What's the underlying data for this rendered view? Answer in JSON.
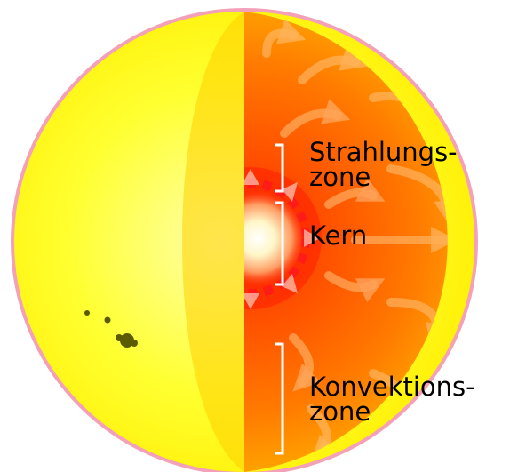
{
  "labels": {
    "radiation_zone": {
      "line1": "Strahlungs-",
      "line2": "zone"
    },
    "core": {
      "text": "Kern"
    },
    "convection_zone": {
      "line1": "Konvektions-",
      "line2": "zone"
    }
  },
  "colors": {
    "outline": "#f3a0b8",
    "surface_yellow": "#ffff00",
    "surface_light": "#ffffaa",
    "convection_orange": "#ff8c00",
    "radiation_red": "#ff3a00",
    "core_white": "#ffffff",
    "bracket": "#ffffff",
    "sunspot": "#5a5a00"
  },
  "icons": [
    "sunspot-icon"
  ]
}
